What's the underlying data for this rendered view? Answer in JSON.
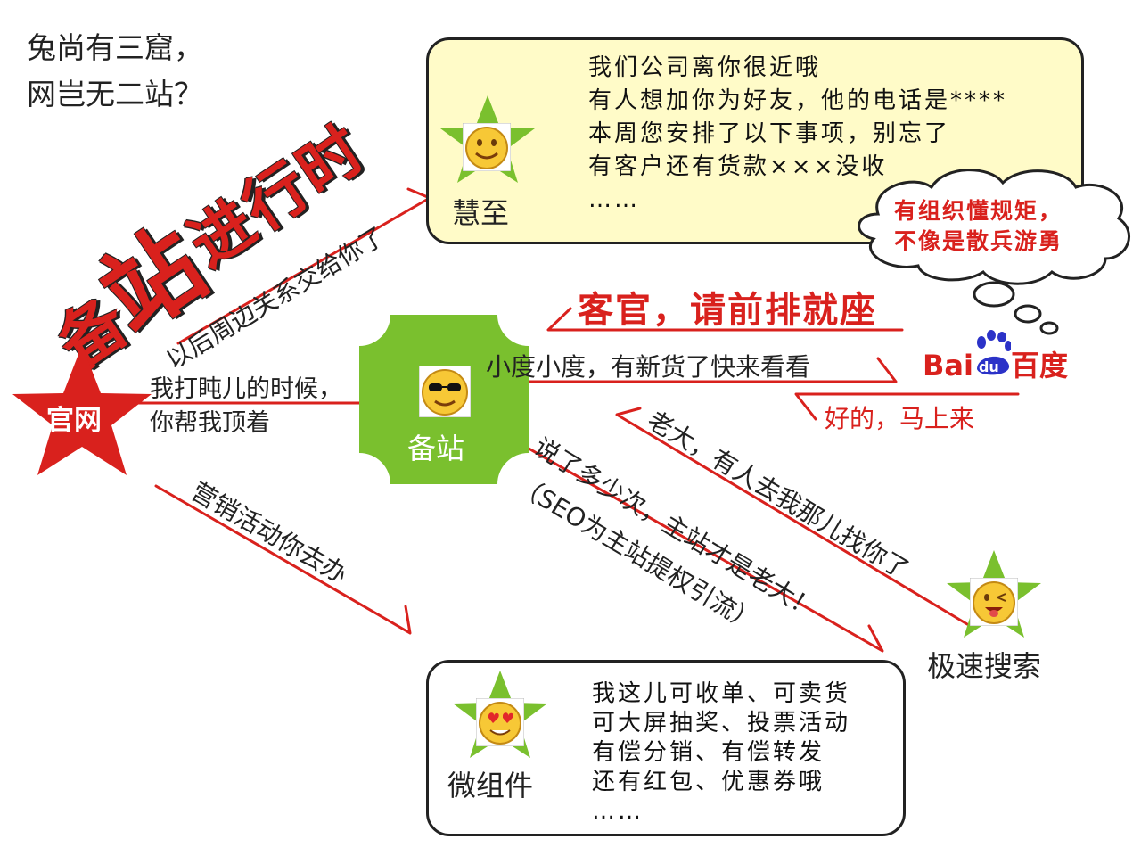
{
  "tagline": [
    "兔尚有三窟，",
    "网岂无二站？"
  ],
  "big_title": [
    "备",
    "站",
    "进",
    "行",
    "时"
  ],
  "nodes": {
    "guanwang": "官网",
    "beizhan": "备站",
    "huizhi": "慧至",
    "jisu": "极速搜索",
    "weizujian": "微组件"
  },
  "baidu": {
    "latin": "Bai",
    "du": "du",
    "cn": "百度"
  },
  "huizhi_messages": [
    "我们公司离你很近哦",
    "有人想加你为好友，他的电话是****",
    "本周您安排了以下事项，别忘了",
    "有客户还有货款×××没收",
    "……"
  ],
  "thought_bubble": [
    "有组织懂规矩，",
    "不像是散兵游勇"
  ],
  "weizujian_messages": [
    "我这儿可收单、可卖货",
    "可大屏抽奖、投票活动",
    "有偿分销、有偿转发",
    "还有红包、优惠券哦",
    "……"
  ],
  "edges": {
    "to_huizhi": "以后周边关系交给你了",
    "to_beizhan": [
      "我打盹儿的时候，",
      "你帮我顶着"
    ],
    "to_weizujian": "营销活动你去办",
    "keguan": "客官，请前排就座",
    "to_baidu": "小度小度，有新货了快来看看",
    "from_baidu": "好的，马上来",
    "from_jisu": "老大，有人去我那儿找你了",
    "to_jisu_1": "说了多少次，主站才是老大！",
    "to_jisu_2": "（SEO为主站提权引流）"
  },
  "colors": {
    "red": "#d9211d",
    "green": "#7ac02e",
    "yellow_panel": "#fffbc8",
    "baidu_blue": "#2b32c8"
  }
}
